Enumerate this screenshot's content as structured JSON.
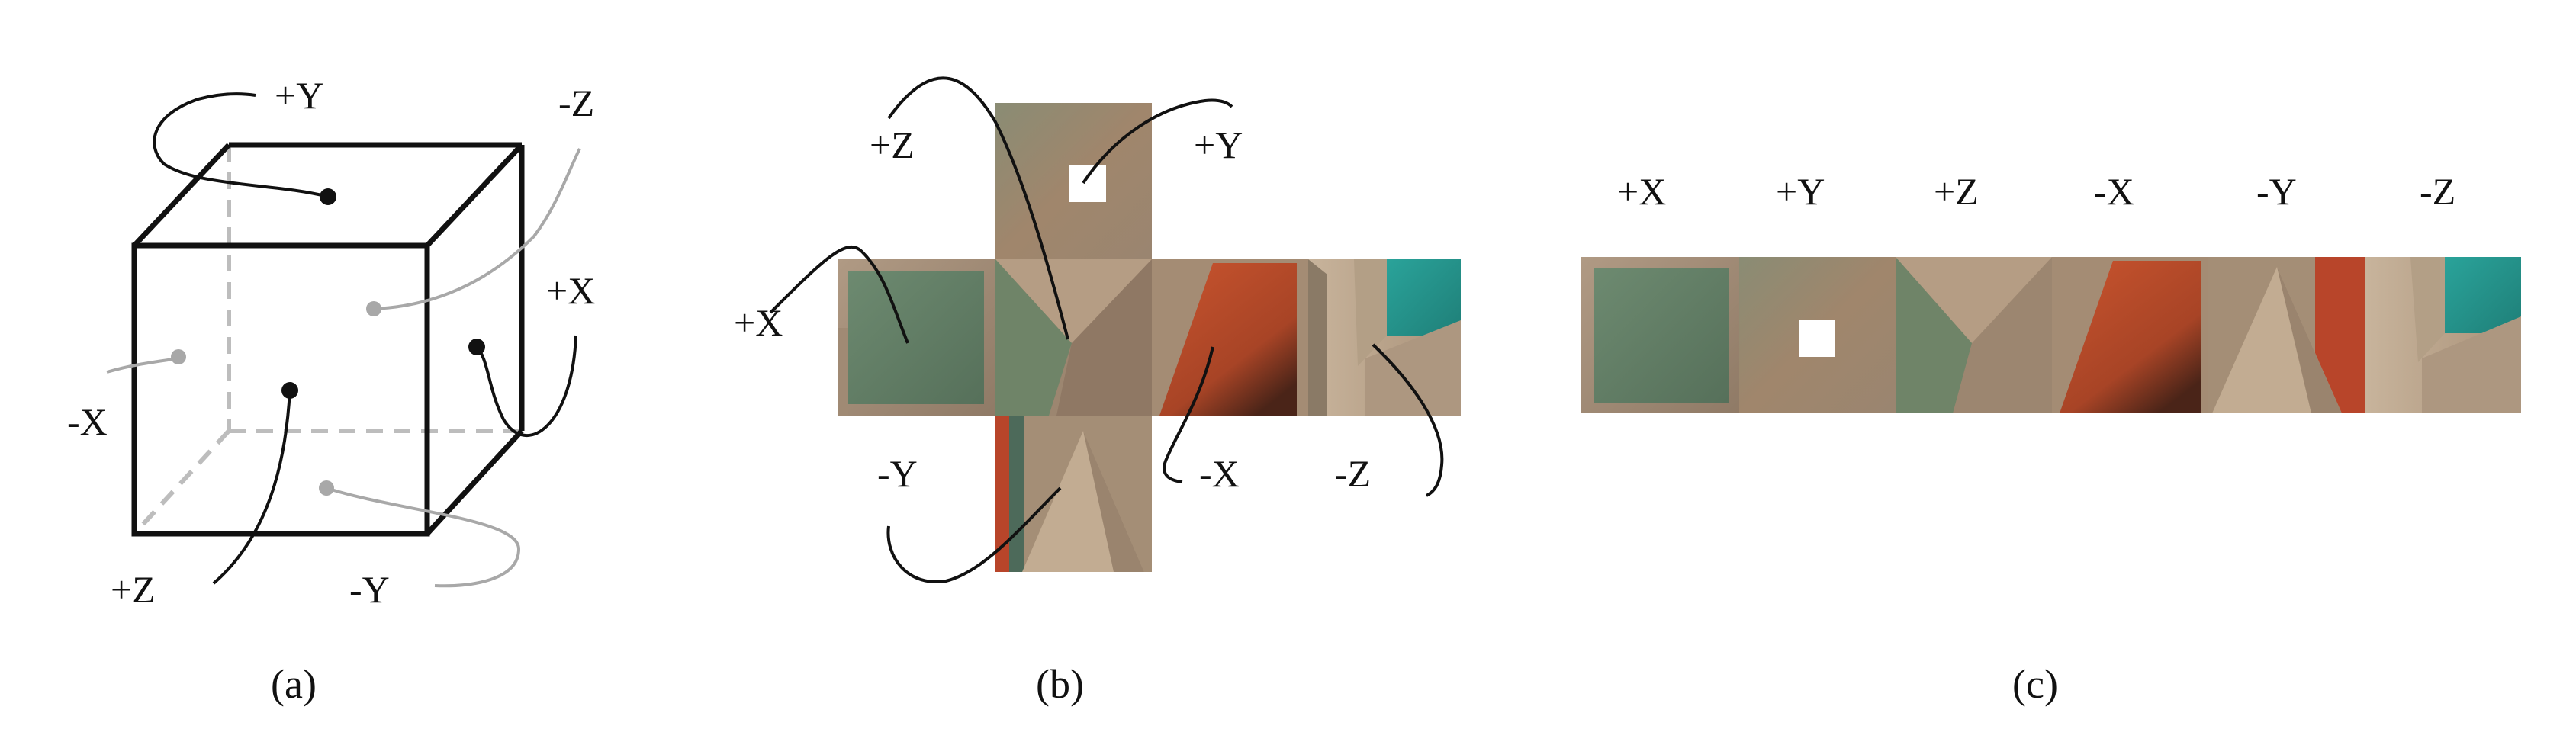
{
  "panel_a": {
    "caption": "(a)",
    "labels": {
      "py": "+Y",
      "mz": "-Z",
      "px": "+X",
      "mx": "-X",
      "pz": "+Z",
      "my": "-Y"
    }
  },
  "panel_b": {
    "caption": "(b)",
    "labels": {
      "pz": "+Z",
      "py": "+Y",
      "px": "+X",
      "my": "-Y",
      "mx": "-X",
      "mz": "-Z"
    }
  },
  "panel_c": {
    "caption": "(c)",
    "labels": [
      "+X",
      "+Y",
      "+Z",
      "-X",
      "-Y",
      "-Z"
    ]
  },
  "colors": {
    "cube_edge": "#111111",
    "hidden_edge": "#bdbdbd",
    "leader_front": "#111111",
    "leader_back": "#a8a8a8",
    "wall_green": "#5e7a62",
    "wall_beige": "#a48c74",
    "wall_orange": "#c04d2c",
    "wall_teal": "#2e9e96",
    "light_white": "#ffffff"
  }
}
